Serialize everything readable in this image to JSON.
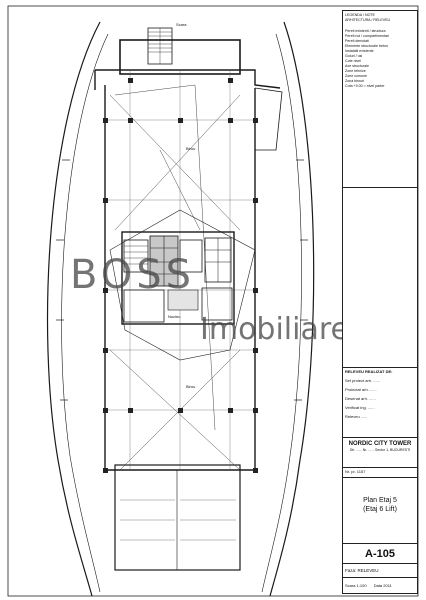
{
  "title_block": {
    "header_lines": [
      "LEGENDA / NOTE",
      "ARHITECTURA / RELEVEU"
    ],
    "notes": [
      "Pereti existenti / structura",
      "Pereti noi / compartimentari",
      "Pereti demolati",
      "Elemente structurale beton",
      "Instalatii existente",
      "Goluri / usi",
      "Cote nivel",
      "Axe structurale",
      "Zone tehnice",
      "Zone comune",
      "Zona birouri",
      "Cota +0.00 = nivel parter"
    ],
    "releveu_heading": "RELEVEU REALIZAT DE:",
    "team_rows": [
      "Sef proiect  arh. ......",
      "Proiectat  arh. ......",
      "Desenat  arh. ......",
      "Verificat  ing. ......",
      "Releveu  ......"
    ],
    "project_name": "NORDIC CITY TOWER",
    "project_address": "Str. ...... Nr. ...... Sector 1, BUCURESTI",
    "project_no_label": "Nr. pr. 1157",
    "sheet_title_line1": "Plan Etaj 5",
    "sheet_title_line2": "(Etaj 6 Lift)",
    "sheet_number": "A-105",
    "phase": "Faza:  RELEVEU",
    "scale_label": "Scara  1:100",
    "date_label": "Data  2011"
  },
  "rooms": {
    "office_north": "Birou",
    "office_south": "Birou",
    "core": "Nucleu",
    "stair": "Scara"
  },
  "watermark": {
    "brand": "BOSS",
    "subtitle": "Imobiliare"
  },
  "colors": {
    "line": "#1a1a1a",
    "column": "#222222",
    "core_fill": "#9a9a9a",
    "watermark": "#4a4a4a"
  }
}
